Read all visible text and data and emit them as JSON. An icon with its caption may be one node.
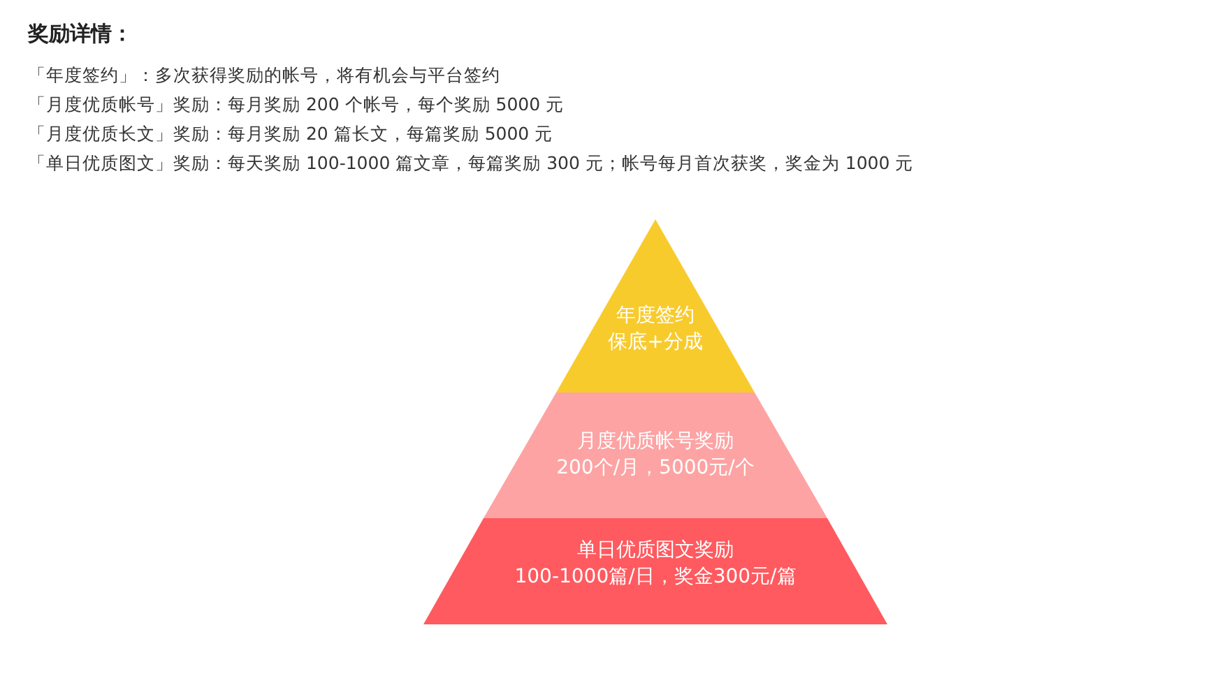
{
  "diagram": {
    "title": "奖励详情：",
    "nodes": [
      {
        "text": [
          "年度签约",
          "保底+分成"
        ]
      },
      {
        "text": [
          "月度优质帐号奖励",
          "200个/月，5000元/个"
        ]
      },
      {
        "text": [
          "单日优质图文奖励",
          "100-1000篇/日，奖金300元/篇"
        ]
      }
    ],
    "labels": [
      "「年度签约」：多次获得奖励的帐号，将有机会与平台签约",
      "「月度优质帐号」奖励：每月奖励 200 个帐号，每个奖励 5000 元",
      "「月度优质长文」奖励：每月奖励 20 篇长文，每篇奖励 5000 元",
      "「单日优质图文」奖励：每天奖励 100-1000 篇文章，每篇奖励 300 元；帐号每月首次获奖，奖金为 1000 元"
    ]
  }
}
